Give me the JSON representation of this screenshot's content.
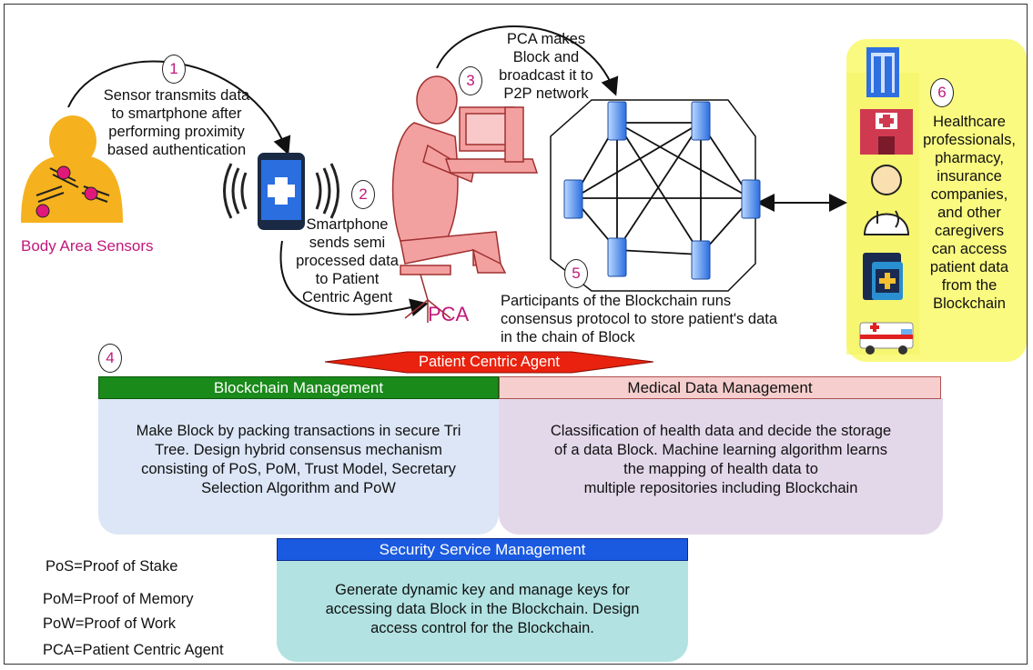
{
  "steps": {
    "s1": {
      "num": "1",
      "text": "Sensor transmits data\nto smartphone after\nperforming proximity\nbased authentication"
    },
    "s2": {
      "num": "2",
      "text": "Smartphone\nsends semi\nprocessed data\nto Patient\nCentric Agent"
    },
    "s3": {
      "num": "3",
      "text": "PCA makes\nBlock and\nbroadcast it to\nP2P network"
    },
    "s4": {
      "num": "4"
    },
    "s5": {
      "num": "5",
      "text": "Participants of the Blockchain runs\nconsensus protocol to store patient's data\nin the chain of Block"
    },
    "s6": {
      "num": "6",
      "text": "Healthcare\nprofessionals,\npharmacy,\ninsurance\ncompanies,\nand other\ncaregivers\ncan access\npatient data\nfrom the\nBlockchain"
    }
  },
  "labels": {
    "body_sensors": "Body Area Sensors",
    "pca": "PCA",
    "pca_banner": "Patient Centric Agent"
  },
  "panels": {
    "blockchain": {
      "title": "Blockchain Management",
      "body": "Make Block by packing transactions in secure Tri\nTree. Design hybrid consensus mechanism\nconsisting of PoS, PoM, Trust Model, Secretary\nSelection Algorithm and PoW"
    },
    "medical": {
      "title": "Medical Data Management",
      "body": "Classification of health data and decide the storage\nof a data Block. Machine learning algorithm learns\nthe mapping of health data to\nmultiple repositories including Blockchain"
    },
    "security": {
      "title": "Security Service Management",
      "body": "Generate dynamic key and manage keys for\naccessing data Block in the Blockchain. Design\naccess control for the Blockchain."
    }
  },
  "legend": {
    "pos": "PoS=Proof of Stake",
    "pom": "PoM=Proof of  Memory",
    "pow": "PoW=Proof of  Work",
    "pca": "PCA=Patient Centric Agent"
  },
  "icons": [
    "body-sensor-person-icon",
    "smartphone-medical-icon",
    "pca-person-at-computer-icon",
    "server-node-icon",
    "office-building-icon",
    "hospital-icon",
    "doctor-icon",
    "insurance-folder-icon",
    "ambulance-icon"
  ],
  "colors": {
    "number_accent": "#c0187a",
    "blockchain_header": "#1a8a1a",
    "medical_header": "#f6cece",
    "security_header": "#1a5ae0",
    "banner": "#e02010",
    "caregiver_box": "#fafa80",
    "blockchain_panel": "#dce6f6",
    "medical_panel": "#e3d8ea",
    "security_panel": "#b2e2e2"
  }
}
